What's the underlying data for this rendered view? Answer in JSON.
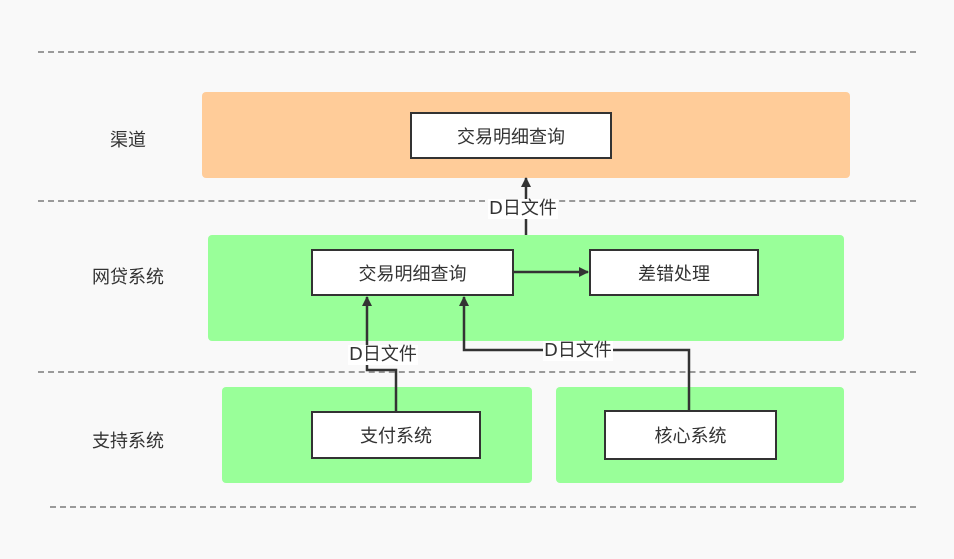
{
  "lanes": {
    "channel": "渠道",
    "loan": "网贷系统",
    "support": "支持系统"
  },
  "nodes": {
    "channel_query": "交易明细查询",
    "loan_query": "交易明细查询",
    "error_handling": "差错处理",
    "payment_system": "支付系统",
    "core_system": "核心系统"
  },
  "edges": {
    "loan_to_channel": "D日文件",
    "payment_to_loan": "D日文件",
    "core_to_loan": "D日文件"
  },
  "colors": {
    "channel_region": "#ffcc99",
    "loan_region": "#99ff99",
    "support_region": "#99ff99",
    "node_border": "#333333",
    "separator": "#9a9a9a"
  }
}
